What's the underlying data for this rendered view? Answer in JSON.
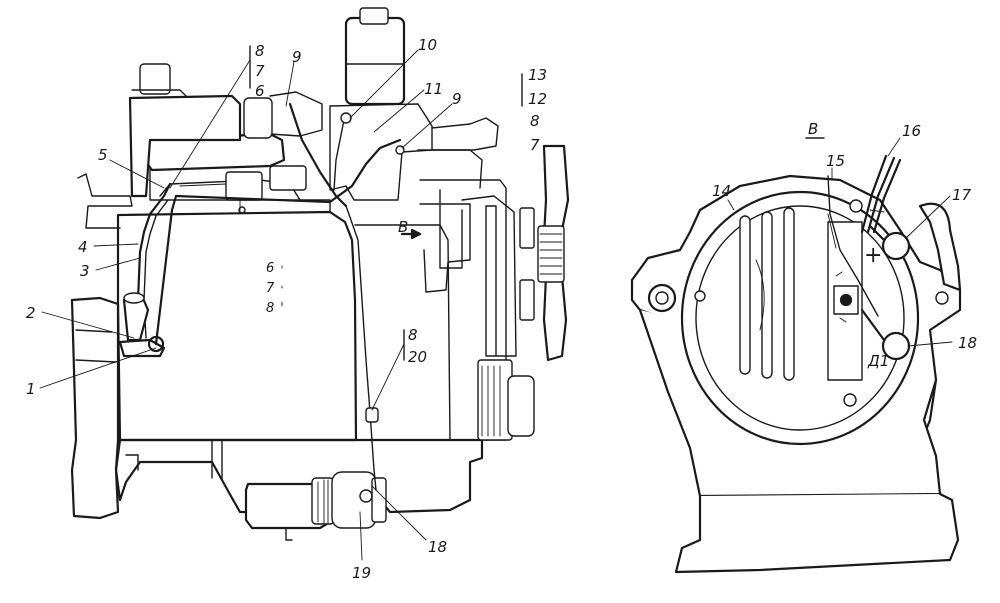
{
  "callouts_left": {
    "c1": "1",
    "c2": "2",
    "c3": "3",
    "c4": "4",
    "c5": "5",
    "c6_top": "6",
    "c7_top": "7",
    "c8_top": "8",
    "c9_a": "9",
    "c10": "10",
    "c11": "11",
    "c9_b": "9",
    "c13": "13",
    "c12": "12",
    "c8_r": "8",
    "c7_r": "7",
    "view_b_arrow": "B",
    "c6_mid": "6",
    "c7_mid": "7",
    "c8_mid": "8",
    "c8_low": "8",
    "c20": "20",
    "c18_low": "18",
    "c19": "19"
  },
  "callouts_right": {
    "view_title": "B",
    "c14": "14",
    "c15": "15",
    "c16": "16",
    "c17": "17",
    "c18": "18",
    "plus_sign": "+",
    "terminal_d": "Д1"
  }
}
